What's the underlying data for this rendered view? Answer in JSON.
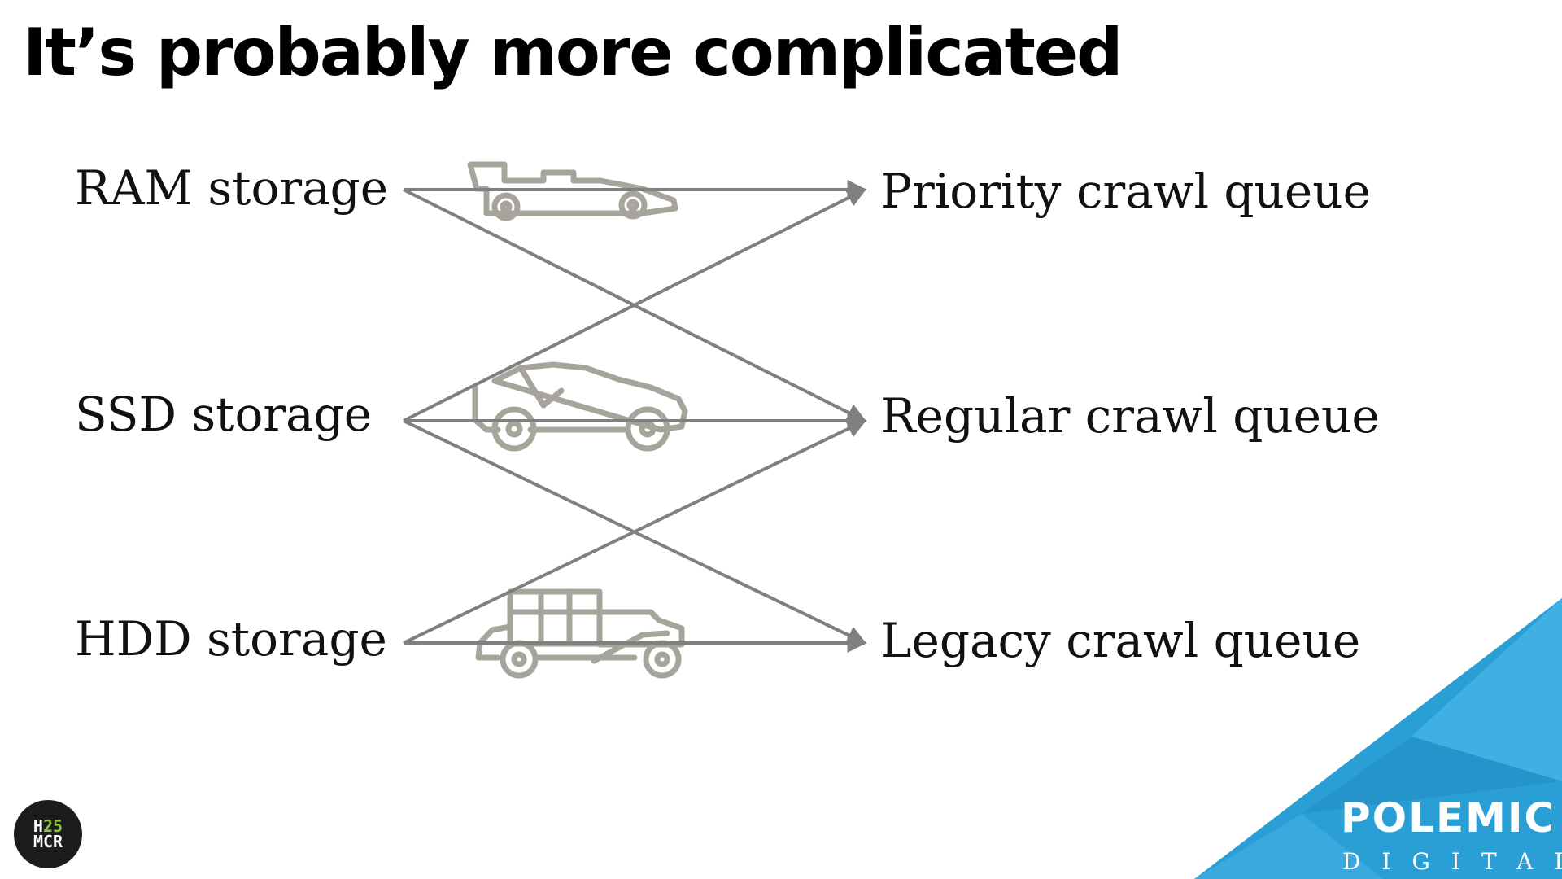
{
  "slide": {
    "title": "It’s probably more complicated"
  },
  "diagram": {
    "left_nodes": [
      {
        "label": "RAM storage",
        "icon": "race-car-icon"
      },
      {
        "label": "SSD storage",
        "icon": "sports-car-icon"
      },
      {
        "label": "HDD storage",
        "icon": "vintage-car-icon"
      }
    ],
    "right_nodes": [
      {
        "label": "Priority crawl queue"
      },
      {
        "label": "Regular crawl queue"
      },
      {
        "label": "Legacy crawl queue"
      }
    ],
    "connections": [
      {
        "from": "RAM storage",
        "to": "Priority crawl queue"
      },
      {
        "from": "RAM storage",
        "to": "Regular crawl queue"
      },
      {
        "from": "SSD storage",
        "to": "Priority crawl queue"
      },
      {
        "from": "SSD storage",
        "to": "Regular crawl queue"
      },
      {
        "from": "SSD storage",
        "to": "Legacy crawl queue"
      },
      {
        "from": "HDD storage",
        "to": "Regular crawl queue"
      },
      {
        "from": "HDD storage",
        "to": "Legacy crawl queue"
      }
    ],
    "colors": {
      "arrow": "#808080",
      "icon": "#a7a49c"
    }
  },
  "branding": {
    "event_logo": {
      "line1_a": "H",
      "line1_b": "25",
      "line2": "MCR"
    },
    "company_name": "POLEMIC",
    "company_sub": "DIGITAL",
    "accent_color": "#2a9fd6"
  }
}
